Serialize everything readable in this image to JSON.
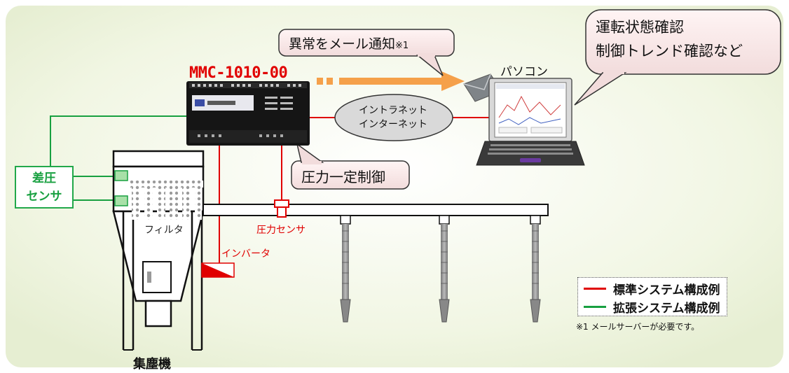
{
  "callouts": {
    "notify_text": "異常をメール通知",
    "notify_note": "※1",
    "pc_info_line1": "運転状態確認",
    "pc_info_line2": "制御トレンド確認など",
    "pressure_control": "圧力一定制御"
  },
  "device": {
    "model": "MMC-1010-00",
    "pc_label": "パソコン"
  },
  "network": {
    "line1": "イントラネット",
    "line2": "インターネット"
  },
  "sensors": {
    "diff_pressure_line1": "差圧",
    "diff_pressure_line2": "センサ",
    "pressure_sensor": "圧力センサ"
  },
  "equipment": {
    "filter": "フィルタ",
    "inverter": "インバータ",
    "collector": "集塵機"
  },
  "legend": {
    "items": [
      {
        "label": "標準システム構成例",
        "color": "#e00000"
      },
      {
        "label": "拡張システム構成例",
        "color": "#18a040"
      }
    ],
    "footnote": "※1 メールサーバーが必要です。"
  },
  "colors": {
    "standard_line": "#e00000",
    "extended_line": "#18a040",
    "mail_arrow": "#f5a04a",
    "background": "#eef3df"
  }
}
